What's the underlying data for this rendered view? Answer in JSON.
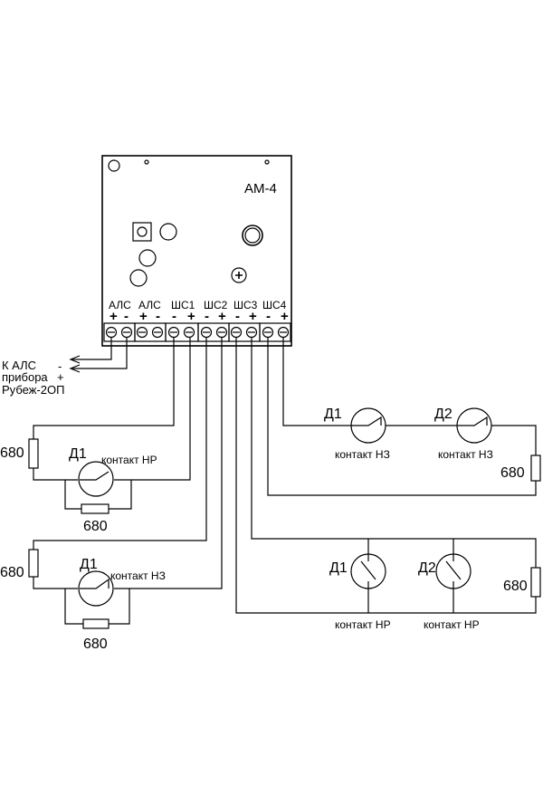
{
  "module": {
    "title": "АМ-4",
    "terminal_labels": [
      "АЛС",
      "АЛС",
      "ШС1",
      "ШС2",
      "ШС3",
      "ШС4"
    ],
    "polarity": [
      "+",
      "-",
      "+",
      "-",
      "-",
      "+",
      "-",
      "+",
      "-",
      "+",
      "-",
      "+"
    ]
  },
  "alс_connection": {
    "line1": "К АЛС",
    "line2": "прибора",
    "line3": "Рубеж-2ОП",
    "minus": "-",
    "plus": "+"
  },
  "loop1": {
    "detector": "Д1",
    "contact": "контакт НР",
    "r_end": "680",
    "r_parallel": "680"
  },
  "loop2": {
    "detector": "Д1",
    "contact": "контакт НЗ",
    "r_end": "680",
    "r_parallel": "680"
  },
  "loop4": {
    "d1": "Д1",
    "d2": "Д2",
    "c1": "контакт НЗ",
    "c2": "контакт НЗ",
    "r_end": "680"
  },
  "loop3": {
    "d1": "Д1",
    "d2": "Д2",
    "c1": "контакт НР",
    "c2": "контакт НР",
    "r_end": "680"
  }
}
